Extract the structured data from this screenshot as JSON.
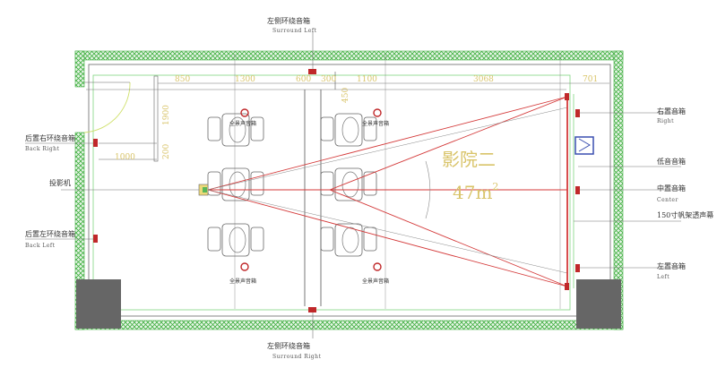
{
  "room": {
    "name": "影院二",
    "area": "47m",
    "area_sup": "2"
  },
  "labels": {
    "surround_left": {
      "cn": "左侧环绕音箱",
      "en": "Surround Left"
    },
    "surround_right": {
      "cn": "左侧环绕音箱",
      "en": "Surround Right"
    },
    "back_right": {
      "cn": "后置右环绕音箱",
      "en": "Back  Right"
    },
    "back_left": {
      "cn": "后置左环绕音箱",
      "en": "Back  Left"
    },
    "projector": {
      "cn": "投影机"
    },
    "right": {
      "cn": "右置音箱",
      "en": "Right"
    },
    "subwoofer": {
      "cn": "低音音箱"
    },
    "center": {
      "cn": "中置音箱",
      "en": "Center"
    },
    "screen": {
      "cn": "150寸帆架透声幕"
    },
    "left": {
      "cn": "左置音箱",
      "en": "Left"
    },
    "atmos": "全景声音箱"
  },
  "dimensions": [
    "850",
    "1300",
    "600",
    "300",
    "1100",
    "3068",
    "701",
    "1900",
    "1000",
    "200",
    "450"
  ],
  "colors": {
    "wall": "#3fae3f",
    "speaker": "#c0282a",
    "screen_line": "#d43a3a",
    "dim": "#d9c46a",
    "sub": "#3a4fb0"
  }
}
